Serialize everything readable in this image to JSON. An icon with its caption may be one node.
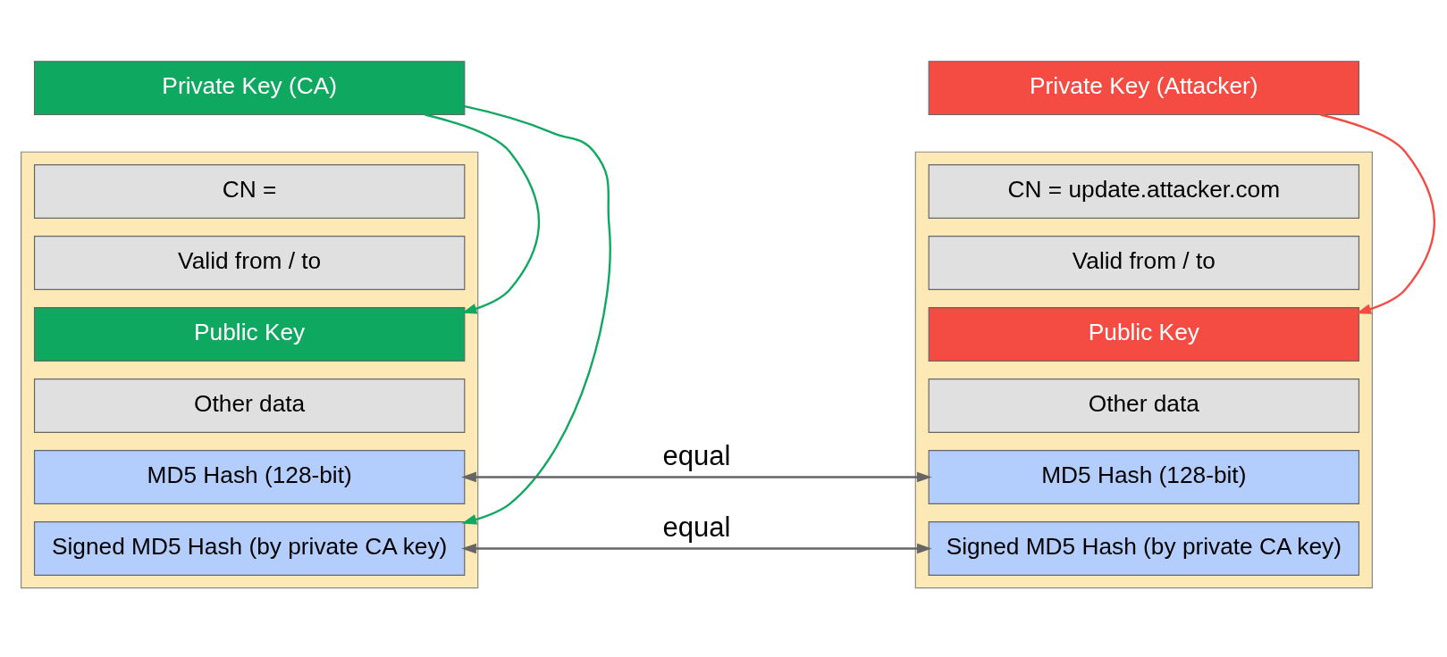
{
  "diagram": {
    "nodes": [
      {
        "text": [
          "Private Key (CA)"
        ]
      },
      {
        "text": [],
        "shape": "box"
      },
      {
        "text": [
          "CN ="
        ],
        "in": 1
      },
      {
        "text": [
          "Valid from / to"
        ],
        "in": 1
      },
      {
        "text": [
          "Public Key"
        ],
        "in": 1
      },
      {
        "text": [
          "Other data"
        ],
        "in": 1
      },
      {
        "text": [
          "MD5 Hash (128-bit)"
        ],
        "in": 1
      },
      {
        "text": [
          "Signed MD5 Hash (by private CA key)"
        ],
        "in": 1
      },
      {
        "text": [
          "Private Key (Attacker)"
        ]
      },
      {
        "text": [],
        "shape": "box"
      },
      {
        "text": [
          "CN = update.attacker.com"
        ],
        "in": 9
      },
      {
        "text": [
          "Valid from / to"
        ],
        "in": 9
      },
      {
        "text": [
          "Public Key"
        ],
        "in": 9
      },
      {
        "text": [
          "Other data"
        ],
        "in": 9
      },
      {
        "text": [
          "MD5 Hash (128-bit)"
        ],
        "in": 9
      },
      {
        "text": [
          "Signed MD5 Hash (by private CA key)"
        ],
        "in": 9
      }
    ],
    "edges": [
      {
        "from": 0,
        "to": 4,
        "arrow": "to",
        "color": "#0fa861"
      },
      {
        "from": 0,
        "to": 7,
        "arrow": "to",
        "color": "#0fa861"
      },
      {
        "from": 8,
        "to": 12,
        "arrow": "to",
        "color": "#f44b42"
      },
      {
        "from": 6,
        "to": 14,
        "arrow": "both",
        "label": "equal",
        "color": "#666666"
      },
      {
        "from": 7,
        "to": 15,
        "arrow": "both",
        "label": "equal",
        "color": "#666666"
      }
    ]
  }
}
